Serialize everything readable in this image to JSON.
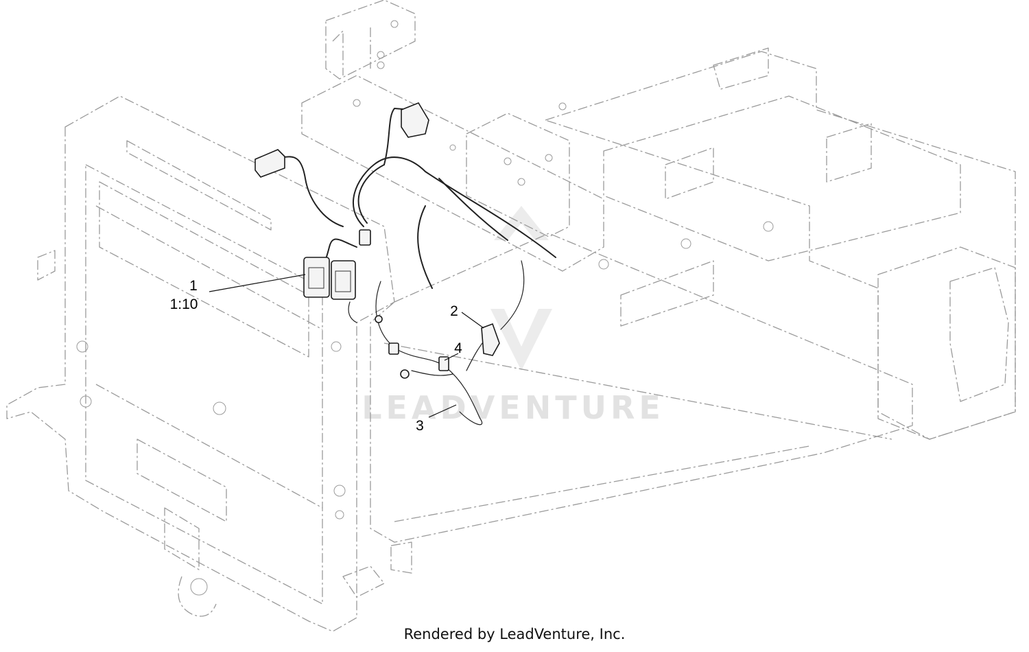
{
  "callouts": [
    {
      "id": "1",
      "label": "1"
    },
    {
      "id": "1-scale",
      "label": "1:10"
    },
    {
      "id": "2",
      "label": "2"
    },
    {
      "id": "3",
      "label": "3"
    },
    {
      "id": "4",
      "label": "4"
    }
  ],
  "watermark": "LEADVENTURE",
  "footer": "Rendered by LeadVenture, Inc."
}
